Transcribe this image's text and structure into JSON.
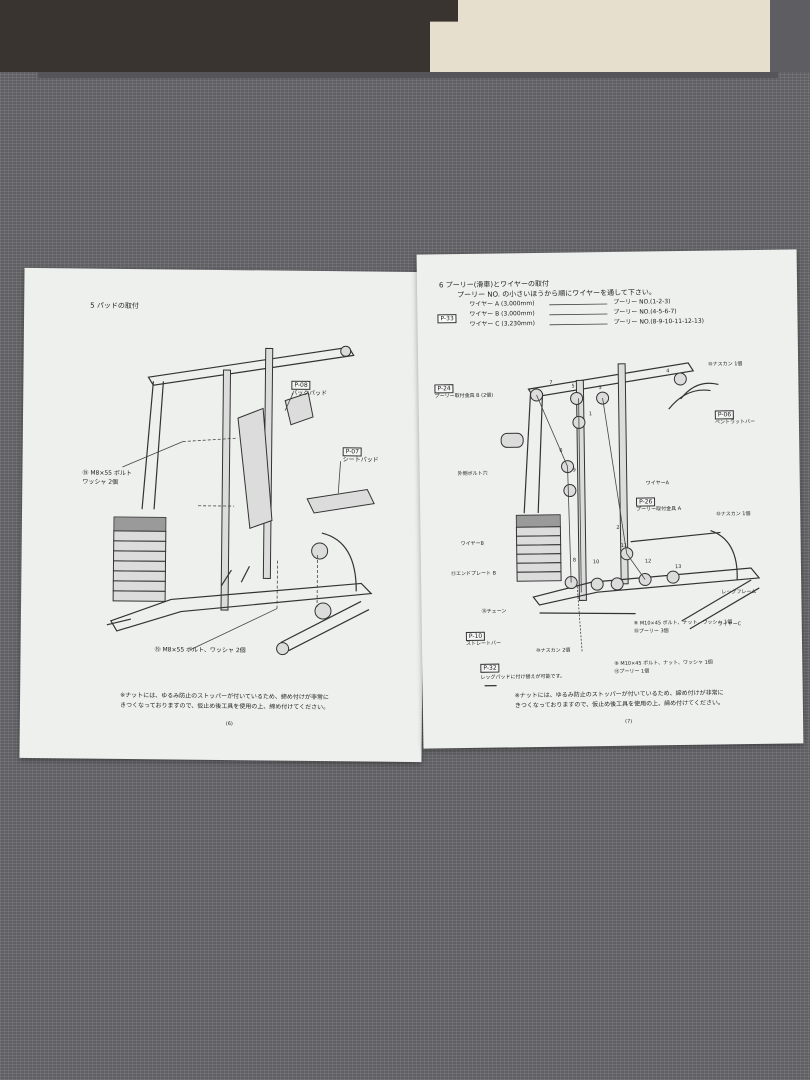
{
  "left_page": {
    "section_title": "5 パッドの取付",
    "back_pad_label": "P-08",
    "back_pad_name": "バックパッド",
    "seat_pad_label": "P-07",
    "seat_pad_name": "シートパッド",
    "bolt_note_1_a": "⑲ M8×55 ボルト",
    "bolt_note_1_b": "ワッシャ 2個",
    "bolt_note_2": "⑲ M8×55 ボルト、ワッシャ 2個",
    "footer_note_1": "※ナットには、ゆるみ防止のストッパーが付いているため、締め付けが非常に",
    "footer_note_2": "きつくなっておりますので、仮止め後工具を使用の上、締め付けてください。",
    "page_number": "(6)"
  },
  "right_page": {
    "section_title": "6 プーリー(滑車)とワイヤーの取付",
    "subtitle": "プーリー NO. の小さいほうから順にワイヤーを通して下さい。",
    "wire_box": "P-33",
    "wire_a": "ワイヤー A (3,000mm)",
    "wire_b": "ワイヤー B (3,000mm)",
    "wire_c": "ワイヤー C (3,230mm)",
    "pulley_a": "プーリー NO.(1-2-3)",
    "pulley_b": "プーリー NO.(4-5-6-7)",
    "pulley_c": "プーリー NO.(8-9-10-11-12-13)",
    "bent_bar_label": "P-06",
    "bent_bar_name": "ベントラットバー",
    "nut_cap_1": "⑩ナスカン 1個",
    "left_box": "P-24",
    "left_box_name": "プーリー取付金具 B (2個)",
    "wire_a_tag": "ワイヤーA",
    "pulley_mount_label": "P-26",
    "pulley_mount_name": "プーリー取付金具 A",
    "wire_b_tag": "ワイヤーB",
    "end_plate": "⑪エンドプレート B",
    "nut_cap_1b": "⑩ナスカン 1個",
    "leg_frame": "レッグフレーム",
    "chain": "⑯チェーン",
    "wire_c_tag": "ワイヤーC",
    "straight_bar_label": "P-10",
    "straight_bar_name": "ストレートバー",
    "nut_cap_2": "⑩ナスカン 2個",
    "bolt_m10": "⑧ M10×45 ボルト、ナット、ワッシャ 1個",
    "pulley_3": "⑮プーリー 3個",
    "bolt_m10b": "⑧ M10×45 ボルト、ナット、ワッシャ 1個",
    "pulley_1": "⑮プーリー 1個",
    "leg_box": "P-32",
    "leg_note": "レッグパッドに付け替えが可能です。",
    "outer_hole": "外側ボルト穴",
    "footer_note_1": "※ナットには、ゆるみ防止のストッパーが付いているため、締め付けが非常に",
    "footer_note_2": "きつくなっておりますので、仮止め後工具を使用の上、締め付けてください。",
    "page_number": "(7)",
    "pulley_numbers": [
      "1",
      "2",
      "3",
      "4",
      "5",
      "6",
      "7",
      "8",
      "9",
      "10",
      "11",
      "12",
      "13"
    ]
  }
}
